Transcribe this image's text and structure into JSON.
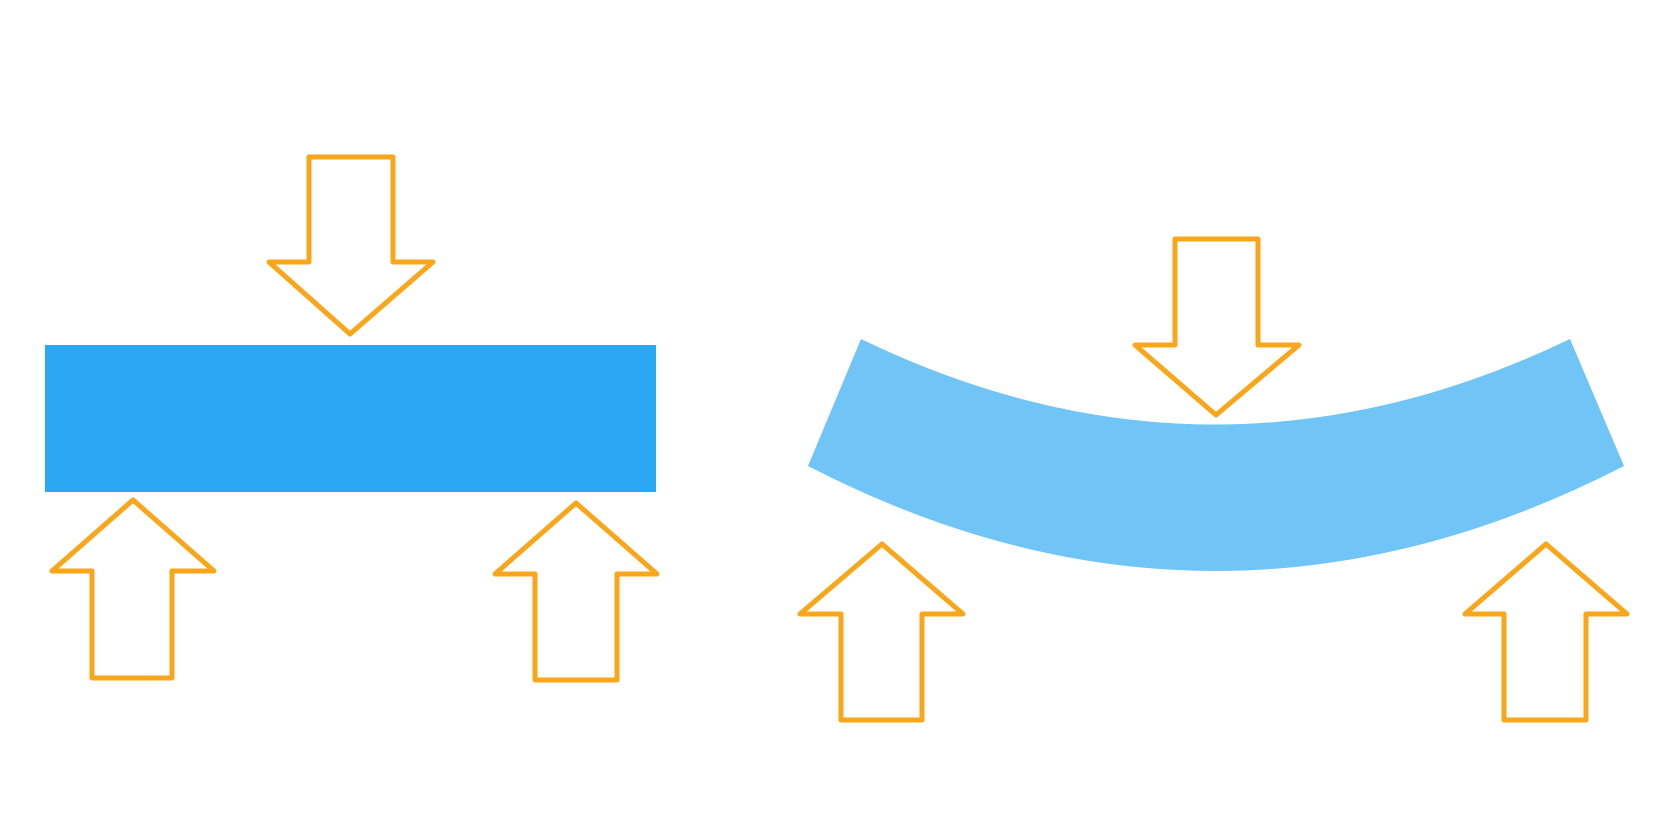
{
  "colors": {
    "background": "#ffffff",
    "beam_straight": "#2aa8f2",
    "beam_bent": "#70c5f6",
    "arrow_stroke": "#f9a61b"
  },
  "panels": [
    {
      "name": "unloaded-beam-panel",
      "beam": {
        "shape": "straight",
        "color_key": "beam_straight"
      },
      "arrows": [
        {
          "role": "load",
          "direction": "down",
          "icon": "arrow-down-icon"
        },
        {
          "role": "support-left",
          "direction": "up",
          "icon": "arrow-up-icon"
        },
        {
          "role": "support-right",
          "direction": "up",
          "icon": "arrow-up-icon"
        }
      ]
    },
    {
      "name": "bent-beam-panel",
      "beam": {
        "shape": "bent",
        "color_key": "beam_bent"
      },
      "arrows": [
        {
          "role": "load",
          "direction": "down",
          "icon": "arrow-down-icon"
        },
        {
          "role": "support-left",
          "direction": "up",
          "icon": "arrow-up-icon"
        },
        {
          "role": "support-right",
          "direction": "up",
          "icon": "arrow-up-icon"
        }
      ]
    }
  ]
}
